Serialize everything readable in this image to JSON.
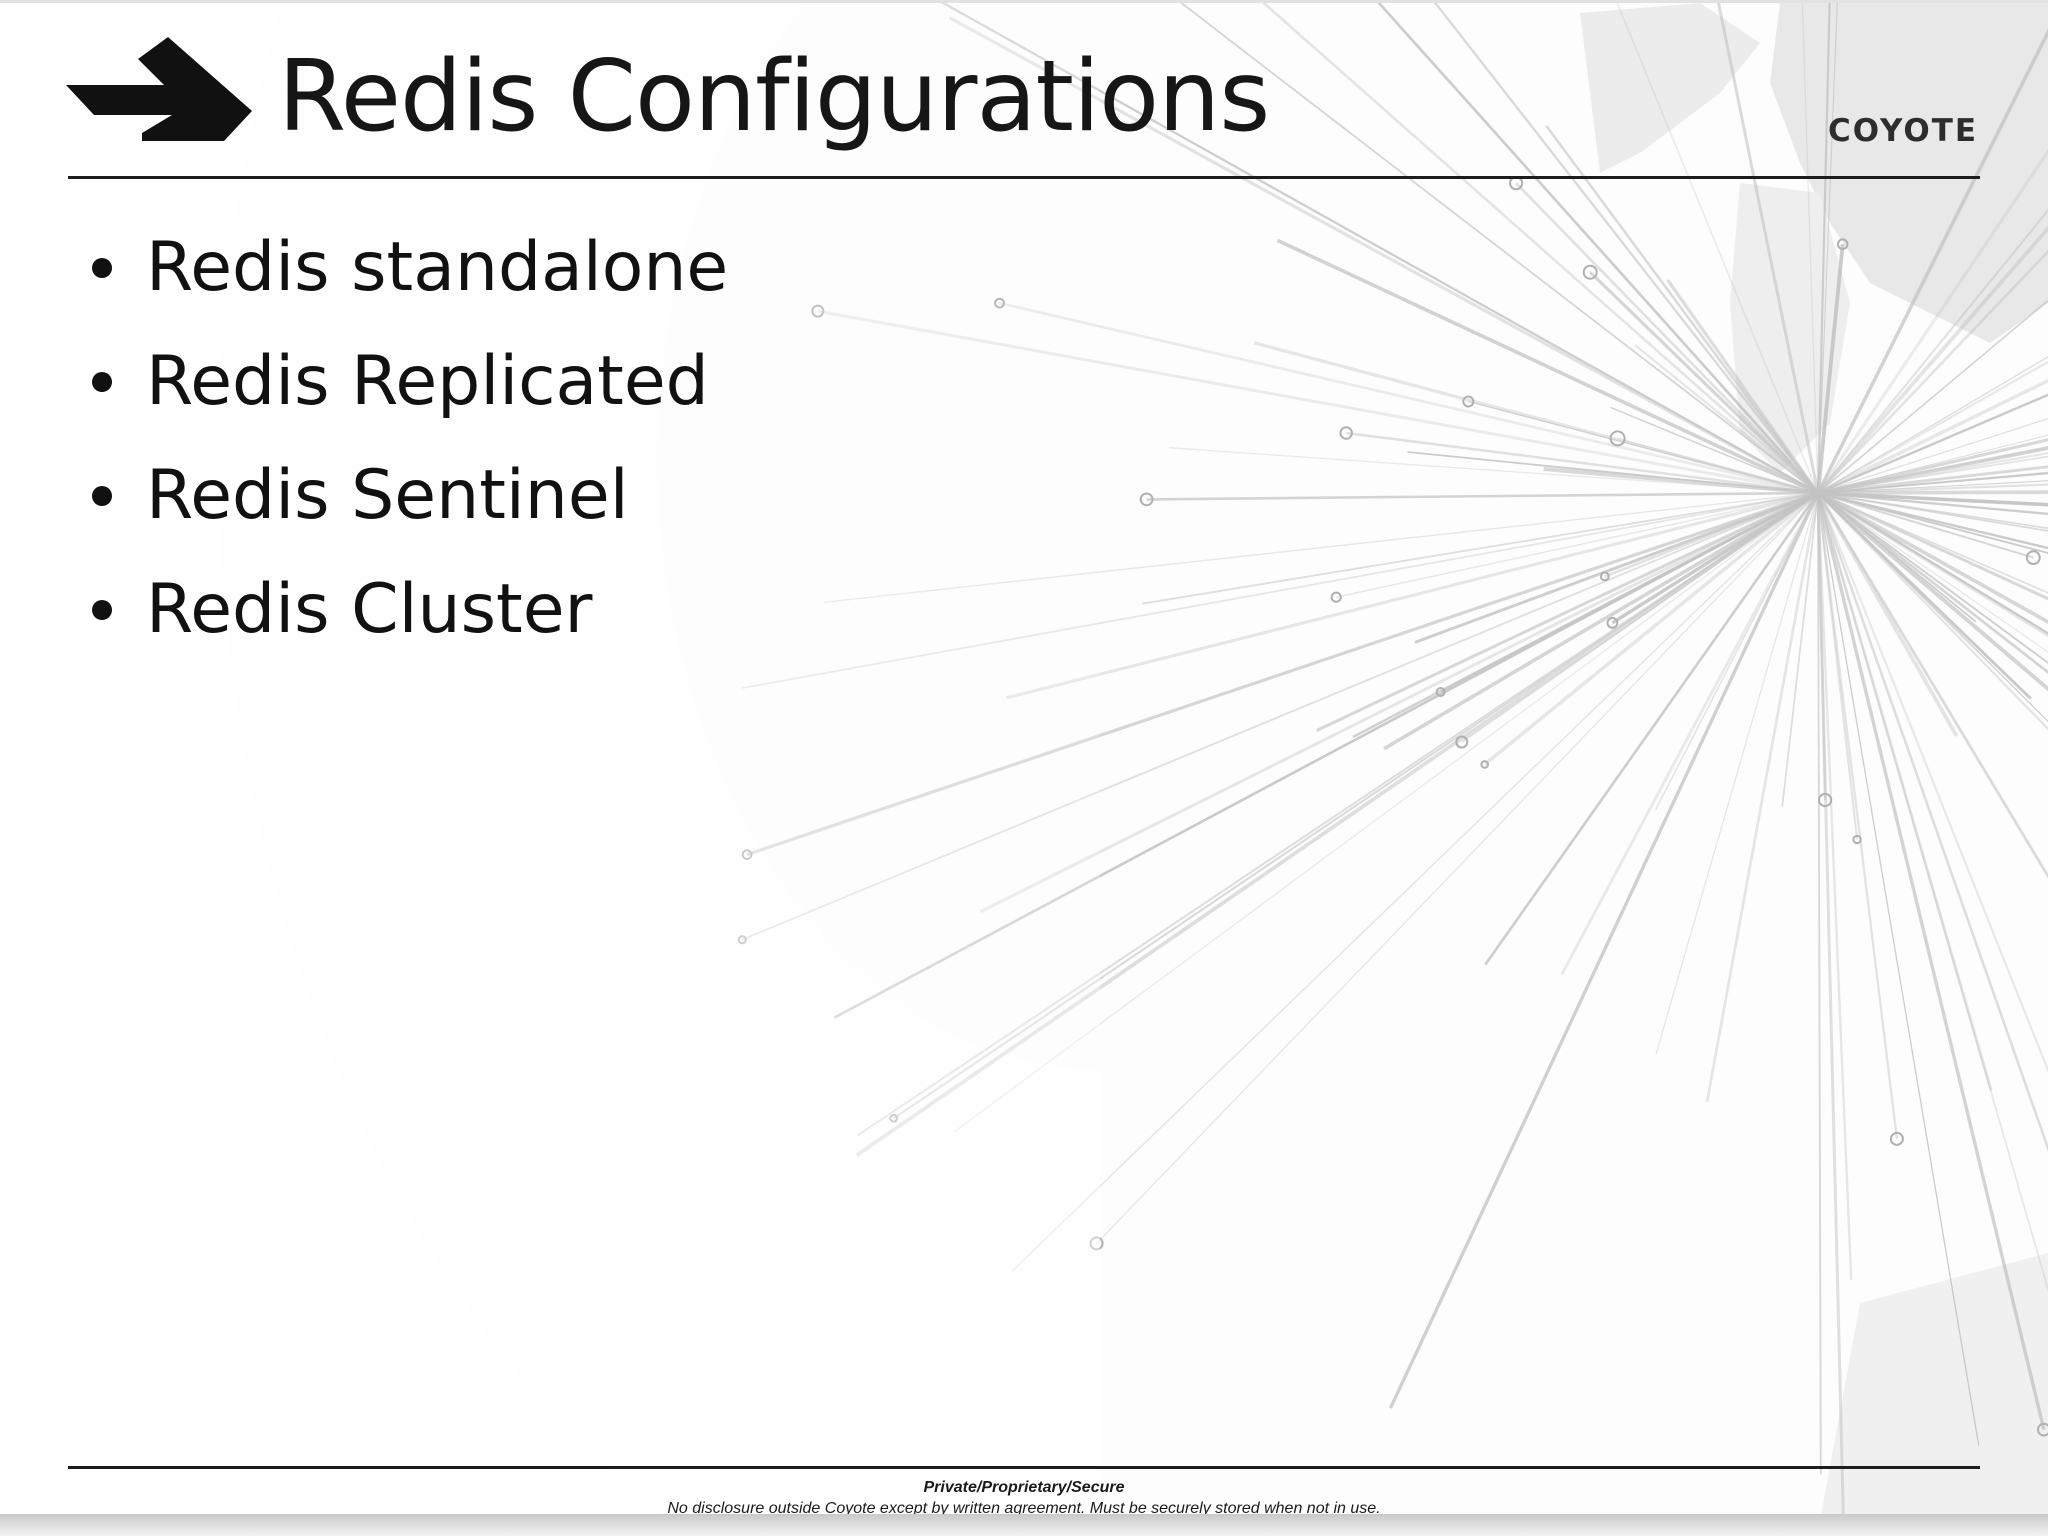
{
  "slide": {
    "title": "Redis Configurations",
    "brand": "COYOTE",
    "bullets": [
      "Redis standalone",
      "Redis Replicated",
      "Redis Sentinel",
      "Redis Cluster"
    ],
    "footer": {
      "classification": "Private/Proprietary/Secure",
      "notice": "No disclosure outside Coyote except by written agreement.  Must be securely stored when not in use."
    }
  },
  "icons": {
    "logo": "coyote-arrow-logo",
    "background": "network-starburst-map"
  },
  "colors": {
    "text": "#111111",
    "rules": "#1d1d1d",
    "background_art": "#b8b8b8"
  }
}
